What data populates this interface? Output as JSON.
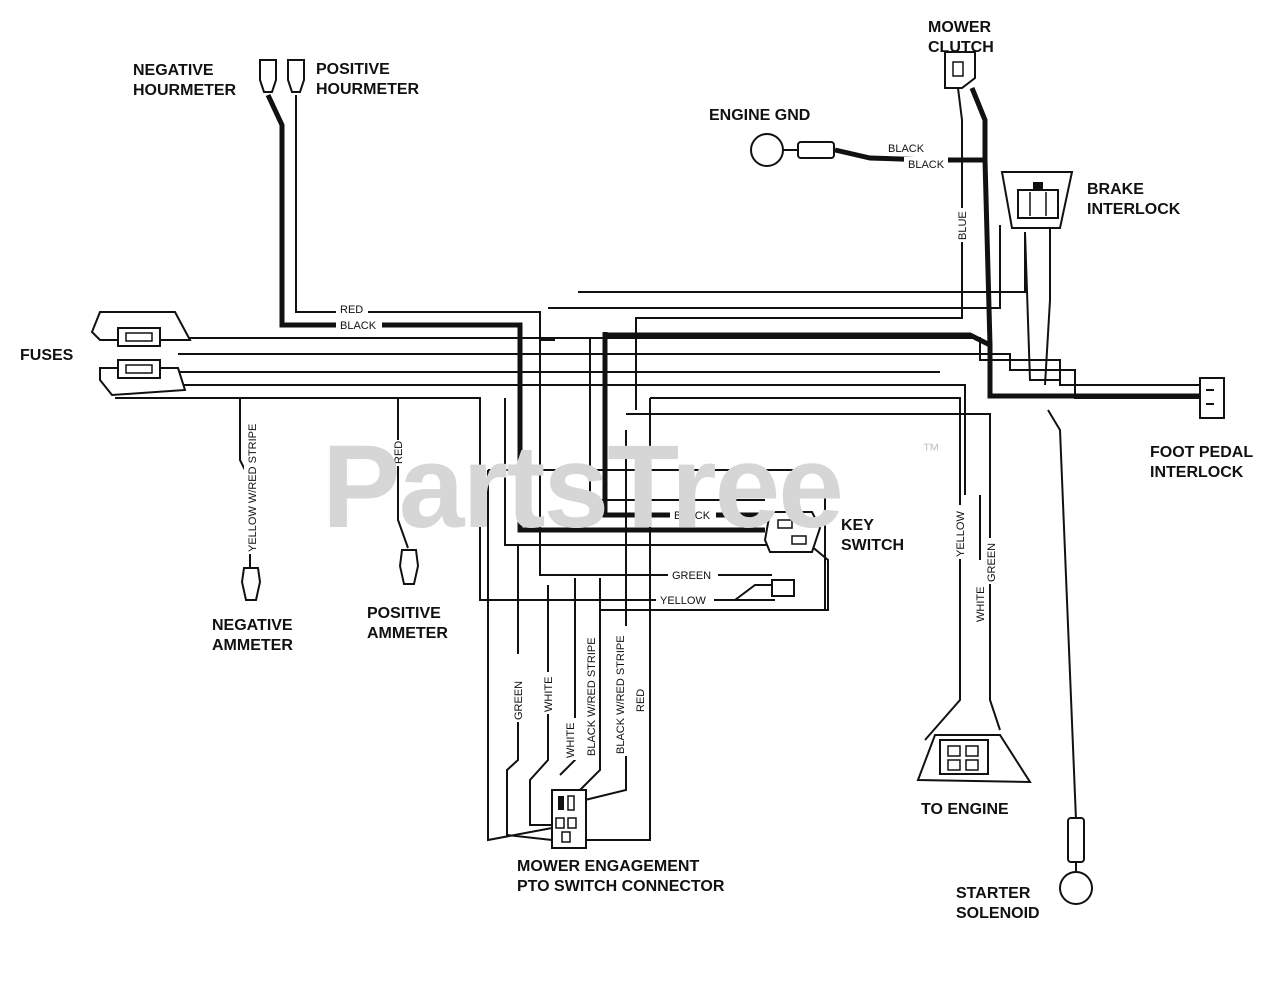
{
  "brand": {
    "watermark": "PartsTree",
    "trademark": "™"
  },
  "components": {
    "negative_hourmeter": "NEGATIVE\nHOURMETER",
    "positive_hourmeter": "POSITIVE\nHOURMETER",
    "mower_clutch": "MOWER\nCLUTCH",
    "engine_gnd": "ENGINE GND",
    "brake_interlock": "BRAKE\nINTERLOCK",
    "fuses": "FUSES",
    "foot_pedal_interlock": "FOOT PEDAL\nINTERLOCK",
    "key_switch": "KEY\nSWITCH",
    "negative_ammeter": "NEGATIVE\nAMMETER",
    "positive_ammeter": "POSITIVE\nAMMETER",
    "to_engine": "TO ENGINE",
    "starter_solenoid": "STARTER\nSOLENOID",
    "pto_connector": "MOWER ENGAGEMENT\nPTO SWITCH CONNECTOR"
  },
  "wire_labels": {
    "red_top": "RED",
    "black_top": "BLACK",
    "black_gnd_1": "BLACK",
    "black_gnd_2": "BLACK",
    "blue": "BLUE",
    "yellow_red_stripe": "YELLOW W/RED STRIPE",
    "red_ammeter": "RED",
    "black_key": "BLACK",
    "green_key": "GREEN",
    "yellow_key": "YELLOW",
    "yellow_engine": "YELLOW",
    "white_engine": "WHITE",
    "green_engine": "GREEN",
    "green_pto": "GREEN",
    "white_pto_1": "WHITE",
    "white_pto_2": "WHITE",
    "black_red_stripe_1": "BLACK W/RED STRIPE",
    "black_red_stripe_2": "BLACK W/RED STRIPE",
    "red_pto": "RED"
  }
}
